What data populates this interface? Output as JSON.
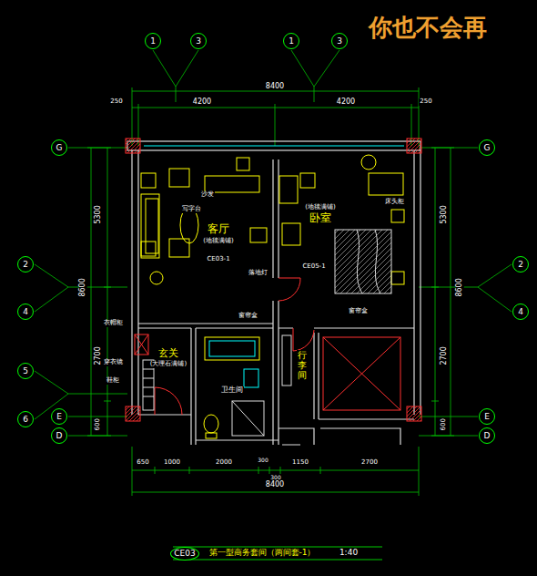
{
  "diagram": {
    "caption": "第一型商务套间（两间套-1）",
    "nodes": [
      {
        "text": [
          "1"
        ]
      },
      {
        "text": [
          "3"
        ]
      },
      {
        "text": [
          "1"
        ]
      },
      {
        "text": [
          "3"
        ]
      },
      {
        "text": [
          "G"
        ]
      },
      {
        "text": [
          "2"
        ]
      },
      {
        "text": [
          "4"
        ]
      },
      {
        "text": [
          "5"
        ]
      },
      {
        "text": [
          "6"
        ]
      },
      {
        "text": [
          "E"
        ]
      },
      {
        "text": [
          "D"
        ]
      },
      {
        "text": [
          "G"
        ]
      },
      {
        "text": [
          "2"
        ]
      },
      {
        "text": [
          "4"
        ]
      },
      {
        "text": [
          "E"
        ]
      },
      {
        "text": [
          "D"
        ]
      },
      {
        "text": [
          "CE03"
        ]
      }
    ],
    "labels": [
      "你也不会再",
      "8400",
      "250",
      "4200",
      "4200",
      "250",
      "5300",
      "8600",
      "2700",
      "600",
      "5300",
      "8600",
      "2700",
      "600",
      "650",
      "1000",
      "2000",
      "300",
      "300",
      "1150",
      "2700",
      "8400",
      "客厅",
      "(地毯满铺)",
      "卧室",
      "(地毯满铺)",
      "玄关",
      "(大理石满铺)",
      "卫生间",
      "行李间",
      "沙发",
      "写字台",
      "CE03-1",
      "CE05-1",
      "落地灯",
      "床头柜",
      "窗帘盒",
      "窗帘盒",
      "衣帽柜",
      "穿衣镜",
      "鞋柜",
      "1:40"
    ]
  }
}
